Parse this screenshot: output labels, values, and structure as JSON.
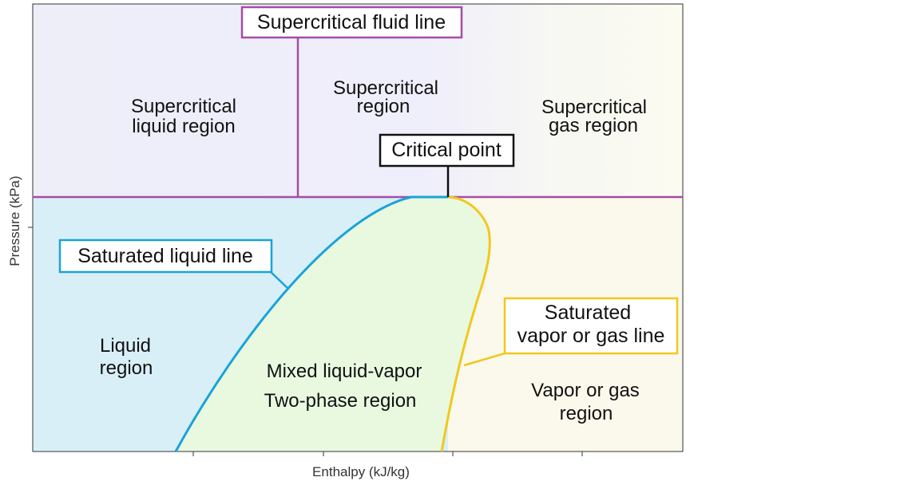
{
  "axes": {
    "x_label": "Enthalpy (kJ/kg)",
    "y_label": "Pressure (kPa)"
  },
  "regions": {
    "supercritical_liquid": [
      "Supercritical",
      "liquid region"
    ],
    "supercritical": [
      "Supercritical",
      "region"
    ],
    "supercritical_gas": [
      "Supercritical",
      "gas region"
    ],
    "liquid": [
      "Liquid",
      "region"
    ],
    "two_phase": [
      "Mixed liquid-vapor",
      "Two-phase region"
    ],
    "vapor": [
      "Vapor or gas",
      "region"
    ]
  },
  "callouts": {
    "supercritical_fluid_line": "Supercritical fluid line",
    "critical_point": "Critical point",
    "saturated_liquid_line": "Saturated liquid line",
    "saturated_vapor_line": [
      "Saturated",
      "vapor or gas line"
    ]
  },
  "colors": {
    "supercritical_line": "#a64ca6",
    "saturated_liquid": "#1aa3d9",
    "saturated_vapor": "#f2c71f",
    "critical_point": "#111111",
    "liquid_region_fill": "#d9eff7",
    "two_phase_fill": "#e8f9e0",
    "vapor_region_fill": "#fbf9ec",
    "supercritical_fill": "#efeefb"
  }
}
